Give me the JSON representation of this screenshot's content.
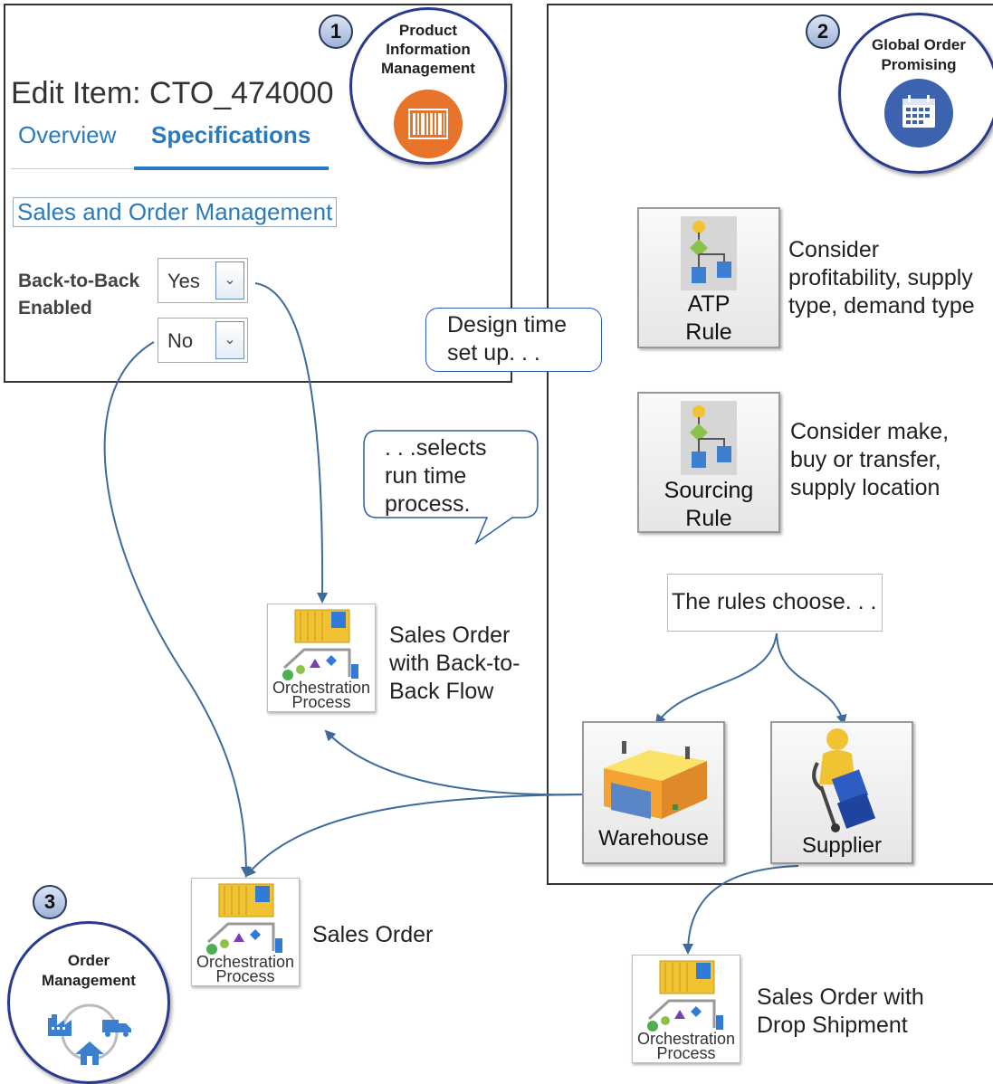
{
  "pim": {
    "step": "1",
    "badge_lines": [
      "Product",
      "Information",
      "Management"
    ],
    "edit_title": "Edit Item: CTO_474000",
    "tabs": [
      {
        "label": "Overview",
        "active": false
      },
      {
        "label": "Specifications",
        "active": true
      }
    ],
    "section": "Sales and Order Management",
    "field_label_lines": [
      "Back-to-Back",
      "Enabled"
    ],
    "dropdowns": [
      "Yes",
      "No"
    ],
    "icon": "barcode-icon"
  },
  "gop": {
    "step": "2",
    "badge_lines": [
      "Global Order",
      "Promising"
    ],
    "icon": "calendar-icon",
    "rules": [
      {
        "label_lines": [
          "ATP",
          "Rule"
        ],
        "desc_lines": [
          "Consider",
          "profitability, supply",
          "type, demand type"
        ]
      },
      {
        "label_lines": [
          "Sourcing",
          "Rule"
        ],
        "desc_lines": [
          "Consider make,",
          "buy or transfer,",
          "supply location"
        ]
      }
    ],
    "rules_choose": "The rules choose. . .",
    "warehouse": "Warehouse",
    "supplier": "Supplier"
  },
  "callouts": {
    "design_time": [
      "Design time",
      "set up. . ."
    ],
    "run_time": [
      ". . .selects",
      "run time",
      "process."
    ]
  },
  "orchestration": {
    "icon_label_lines": [
      "Orchestration",
      "Process"
    ],
    "items": [
      {
        "title_lines": [
          "Sales Order",
          "with Back-to-",
          "Back Flow"
        ]
      },
      {
        "title_lines": [
          "Sales Order"
        ]
      },
      {
        "title_lines": [
          "Sales Order with",
          "Drop Shipment"
        ]
      }
    ]
  },
  "om": {
    "step": "3",
    "badge_lines": [
      "Order",
      "Management"
    ],
    "icon": "factory-truck-home-icon"
  },
  "colors": {
    "accent_orange": "#e8732a",
    "accent_blue": "#3d63b0",
    "link_blue": "#2a7bbd",
    "arrow": "#3f6b9a"
  }
}
